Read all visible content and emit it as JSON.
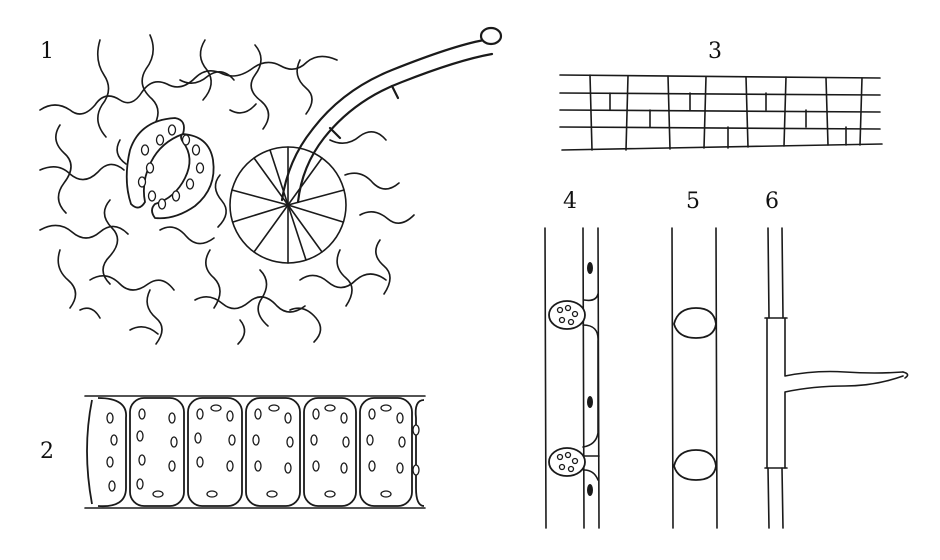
{
  "figure": {
    "labels": {
      "panel_1": "1",
      "panel_2": "2",
      "panel_3": "3",
      "panel_4": "4",
      "panel_5": "5",
      "panel_6": "6"
    }
  },
  "colors": {
    "ink": "#1a1a1a",
    "background": "#ffffff"
  }
}
